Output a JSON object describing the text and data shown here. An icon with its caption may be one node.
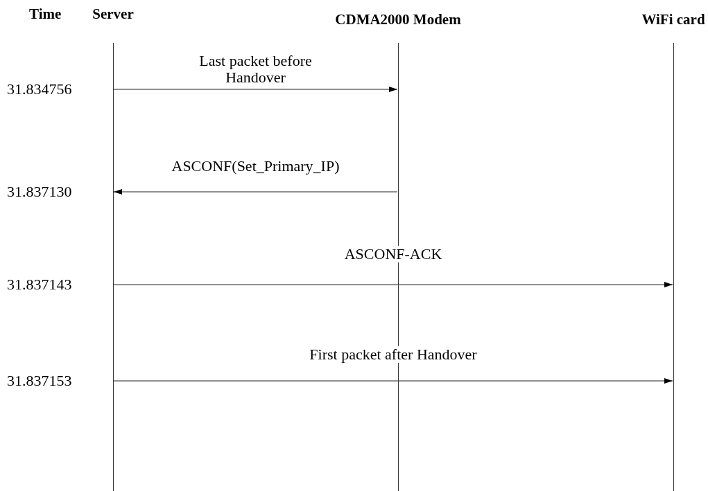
{
  "diagram": {
    "nodes": [
      {
        "text": [
          "Server"
        ]
      },
      {
        "text": [
          "CDMA2000 Modem"
        ]
      },
      {
        "text": [
          "WiFi card"
        ]
      }
    ],
    "edges": [
      {
        "from": 0,
        "to": 1,
        "arrow": "to",
        "label": "Last packet before Handover"
      },
      {
        "from": 1,
        "to": 0,
        "arrow": "to",
        "label": "ASCONF(Set_Primary_IP)"
      },
      {
        "from": 0,
        "to": 2,
        "arrow": "to",
        "label": "ASCONF-ACK"
      },
      {
        "from": 0,
        "to": 2,
        "arrow": "to",
        "label": "First packet after Handover"
      }
    ],
    "labels": [
      "Time",
      "31.834756",
      "31.837130",
      "31.837143",
      "31.837153"
    ]
  }
}
